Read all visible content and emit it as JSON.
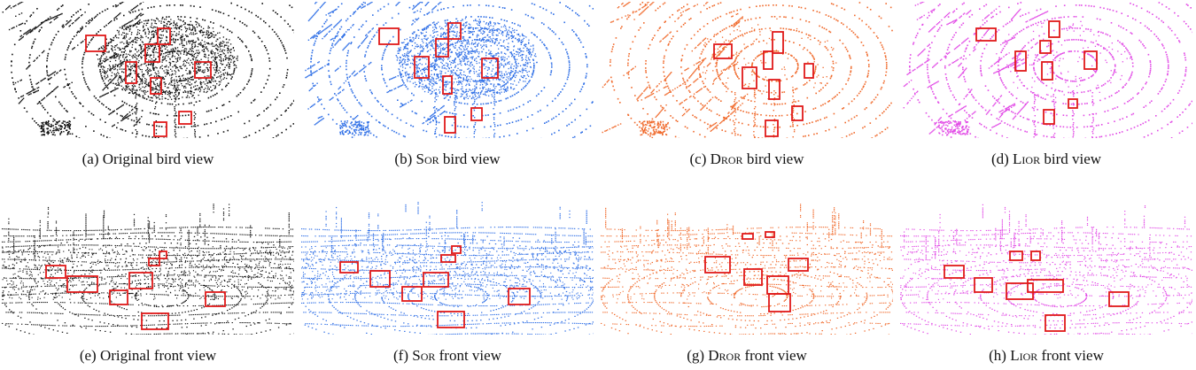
{
  "colors": {
    "original": "#111111",
    "sor": "#2f6fe6",
    "dror": "#f06a2c",
    "lior": "#e24ce6",
    "box": "#e01a1a"
  },
  "panels": [
    {
      "id": "a",
      "label": "(a)",
      "method": "Original",
      "view": "bird view",
      "color_key": "original",
      "kind": "bird"
    },
    {
      "id": "b",
      "label": "(b)",
      "method": "Sor",
      "view": "bird view",
      "color_key": "sor",
      "kind": "bird"
    },
    {
      "id": "c",
      "label": "(c)",
      "method": "Dror",
      "view": "bird view",
      "color_key": "dror",
      "kind": "bird"
    },
    {
      "id": "d",
      "label": "(d)",
      "method": "Lior",
      "view": "bird view",
      "color_key": "lior",
      "kind": "bird"
    },
    {
      "id": "e",
      "label": "(e)",
      "method": "Original",
      "view": "front view",
      "color_key": "original",
      "kind": "front"
    },
    {
      "id": "f",
      "label": "(f)",
      "method": "Sor",
      "view": "front view",
      "color_key": "sor",
      "kind": "front"
    },
    {
      "id": "g",
      "label": "(g)",
      "method": "Dror",
      "view": "front view",
      "color_key": "dror",
      "kind": "front"
    },
    {
      "id": "h",
      "label": "(h)",
      "method": "Lior",
      "view": "front view",
      "color_key": "lior",
      "kind": "front"
    }
  ]
}
